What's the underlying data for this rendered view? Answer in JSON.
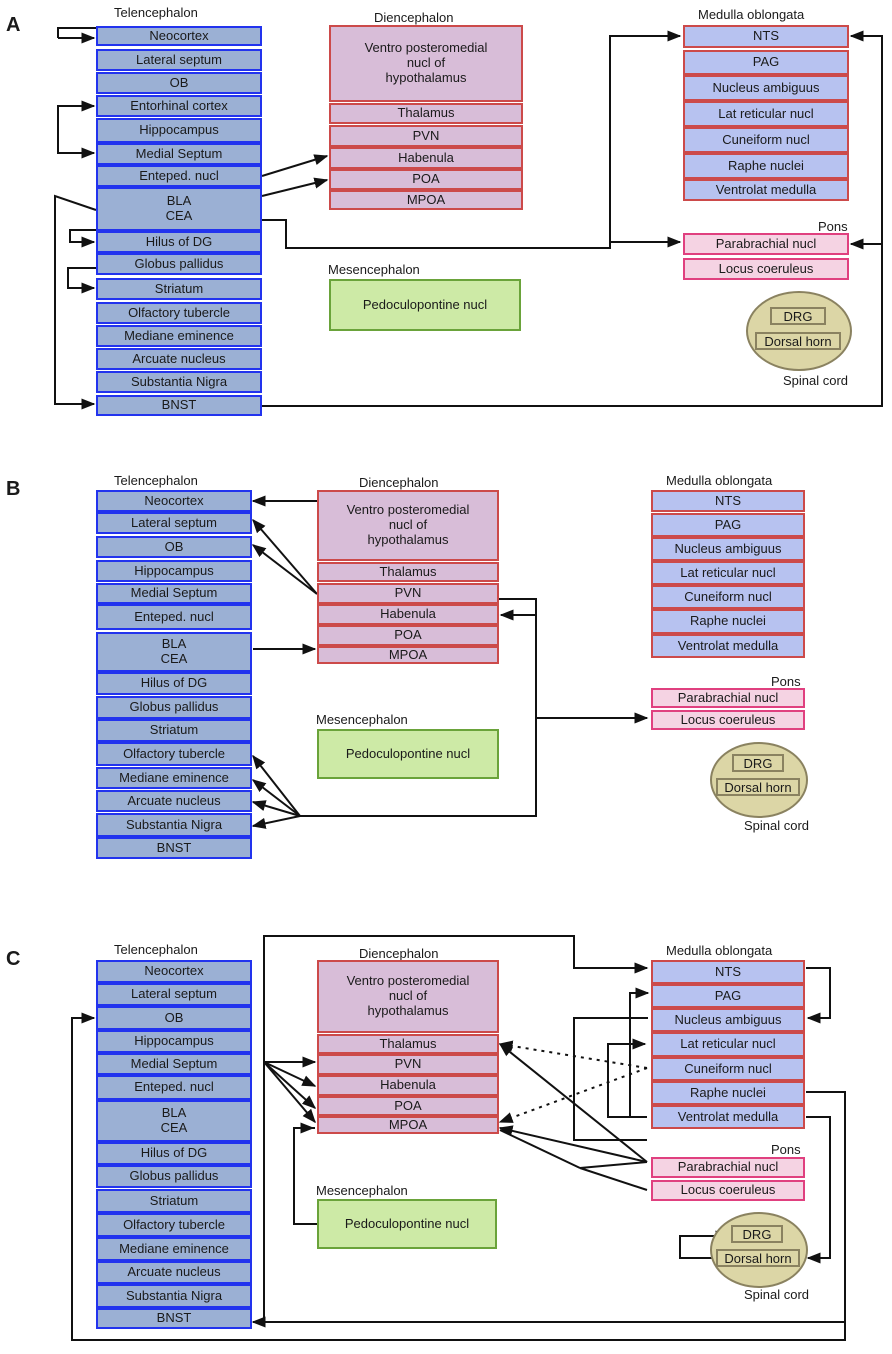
{
  "panels": [
    {
      "letter": "A",
      "telencephalon": {
        "title": "Telencephalon",
        "items": [
          "Neocortex",
          "Lateral septum",
          "OB",
          "Entorhinal cortex",
          "Hippocampus",
          "Medial Septum",
          "Enteped. nucl",
          "BLA\nCEA",
          "Hilus of DG",
          "Globus pallidus",
          "Striatum",
          "Olfactory tubercle",
          "Mediane eminence",
          "Arcuate nucleus",
          "Substantia Nigra",
          "BNST"
        ]
      },
      "diencephalon": {
        "title": "Diencephalon",
        "items": [
          "Ventro posteromedial\nnucl of\nhypothalamus",
          "Thalamus",
          "PVN",
          "Habenula",
          "POA",
          "MPOA"
        ]
      },
      "mesencephalon": {
        "title": "Mesencephalon",
        "items": [
          "Pedoculopontine nucl"
        ]
      },
      "medulla": {
        "title": "Medulla oblongata",
        "items": [
          "NTS",
          "PAG",
          "Nucleus ambiguus",
          "Lat reticular nucl",
          "Cuneiform nucl",
          "Raphe nuclei",
          "Ventrolat medulla"
        ]
      },
      "pons": {
        "title": "Pons",
        "items": [
          "Parabrachial nucl",
          "Locus coeruleus"
        ]
      },
      "spinal": {
        "title": "Spinal cord",
        "items": [
          "DRG",
          "Dorsal horn"
        ]
      }
    },
    {
      "letter": "B",
      "telencephalon": {
        "title": "Telencephalon",
        "items": [
          "Neocortex",
          "Lateral septum",
          "OB",
          "Hippocampus",
          "Medial Septum",
          "Enteped. nucl",
          "BLA\nCEA",
          "Hilus of DG",
          "Globus pallidus",
          "Striatum",
          "Olfactory tubercle",
          "Mediane eminence",
          "Arcuate nucleus",
          "Substantia Nigra",
          "BNST"
        ]
      },
      "diencephalon": {
        "title": "Diencephalon",
        "items": [
          "Ventro posteromedial\nnucl of\nhypothalamus",
          "Thalamus",
          "PVN",
          "Habenula",
          "POA",
          "MPOA"
        ]
      },
      "mesencephalon": {
        "title": "Mesencephalon",
        "items": [
          "Pedoculopontine nucl"
        ]
      },
      "medulla": {
        "title": "Medulla oblongata",
        "items": [
          "NTS",
          "PAG",
          "Nucleus ambiguus",
          "Lat reticular nucl",
          "Cuneiform nucl",
          "Raphe nuclei",
          "Ventrolat medulla"
        ]
      },
      "pons": {
        "title": "Pons",
        "items": [
          "Parabrachial nucl",
          "Locus coeruleus"
        ]
      },
      "spinal": {
        "title": "Spinal cord",
        "items": [
          "DRG",
          "Dorsal horn"
        ]
      }
    },
    {
      "letter": "C",
      "telencephalon": {
        "title": "Telencephalon",
        "items": [
          "Neocortex",
          "Lateral septum",
          "OB",
          "Hippocampus",
          "Medial Septum",
          "Enteped. nucl",
          "BLA\nCEA",
          "Hilus of DG",
          "Globus pallidus",
          "Striatum",
          "Olfactory tubercle",
          "Mediane eminence",
          "Arcuate nucleus",
          "Substantia Nigra",
          "BNST"
        ]
      },
      "diencephalon": {
        "title": "Diencephalon",
        "items": [
          "Ventro posteromedial\nnucl of\nhypothalamus",
          "Thalamus",
          "PVN",
          "Habenula",
          "POA",
          "MPOA"
        ]
      },
      "mesencephalon": {
        "title": "Mesencephalon",
        "items": [
          "Pedoculopontine nucl"
        ]
      },
      "medulla": {
        "title": "Medulla oblongata",
        "items": [
          "NTS",
          "PAG",
          "Nucleus ambiguus",
          "Lat reticular nucl",
          "Cuneiform nucl",
          "Raphe nuclei",
          "Ventrolat medulla"
        ]
      },
      "pons": {
        "title": "Pons",
        "items": [
          "Parabrachial nucl",
          "Locus coeruleus"
        ]
      },
      "spinal": {
        "title": "Spinal cord",
        "items": [
          "DRG",
          "Dorsal horn"
        ]
      }
    }
  ]
}
